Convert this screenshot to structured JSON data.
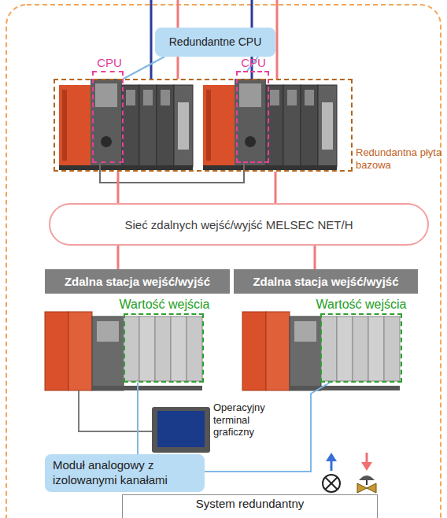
{
  "diagram": {
    "nodes": [
      {
        "text": [
          "Redundantne CPU"
        ]
      },
      {
        "text": [
          "Redundantna płyta bazowa"
        ]
      },
      {
        "text": [
          "CPU"
        ],
        "in": 1
      },
      {
        "text": [
          "CPU"
        ],
        "in": 1
      },
      {
        "text": [
          "Sieć zdalnych wejść/wyjść MELSEC NET/H"
        ]
      },
      {
        "text": [
          "Zdalna stacja wejść/wyjść"
        ]
      },
      {
        "text": [
          "Zdalna stacja wejść/wyjść"
        ]
      },
      {
        "text": [
          "Wartość wejścia"
        ]
      },
      {
        "text": [
          "Wartość wejścia"
        ]
      },
      {
        "text": [
          "Moduł analogowy z izolowanymi kanałami"
        ]
      },
      {
        "text": [
          "System redundantny"
        ]
      }
    ],
    "edges": [
      {
        "from": 0,
        "to": 2,
        "arrow": "none"
      },
      {
        "from": 0,
        "to": 3,
        "arrow": "none"
      },
      {
        "from": 2,
        "to": 3,
        "arrow": "none"
      },
      {
        "from": 1,
        "to": 4,
        "arrow": "none"
      },
      {
        "from": 1,
        "to": 4,
        "arrow": "none"
      },
      {
        "from": 4,
        "to": 5,
        "arrow": "none"
      },
      {
        "from": 4,
        "to": 6,
        "arrow": "none"
      },
      {
        "from": 9,
        "to": 7,
        "arrow": "none"
      },
      {
        "from": 9,
        "to": 8,
        "arrow": "none"
      }
    ],
    "labels": [
      "Operacyjny terminal graficzny"
    ]
  }
}
